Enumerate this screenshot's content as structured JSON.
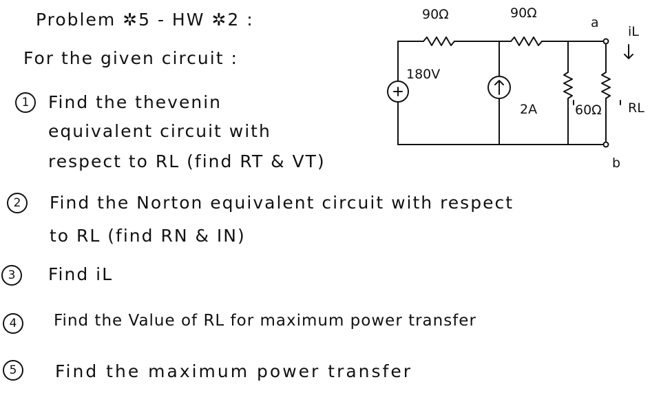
{
  "header": {
    "title": "Problem ✲5 - HW ✲2 :",
    "intro": "For the given circuit :"
  },
  "circuit": {
    "r_top_left": "90Ω",
    "r_top_right": "90Ω",
    "source_voltage": "180V",
    "source_polarity": "+|",
    "current_source": "2A",
    "r_shunt": "60Ω",
    "load": "RL",
    "node_a": "a",
    "node_b": "b",
    "load_current": "iL"
  },
  "questions": [
    {
      "number": "1",
      "lines": [
        "Find the thevenin",
        "equivalent circuit with",
        "respect to RL (find RT & VT)"
      ]
    },
    {
      "number": "2",
      "lines": [
        "Find the Norton equivalent circuit with respect",
        "to RL (find RN & IN)"
      ]
    },
    {
      "number": "3",
      "lines": [
        "Find iL"
      ]
    },
    {
      "number": "4",
      "lines": [
        "Find the Value of RL for maximum power transfer"
      ]
    },
    {
      "number": "5",
      "lines": [
        "Find the maximum power transfer"
      ]
    }
  ]
}
